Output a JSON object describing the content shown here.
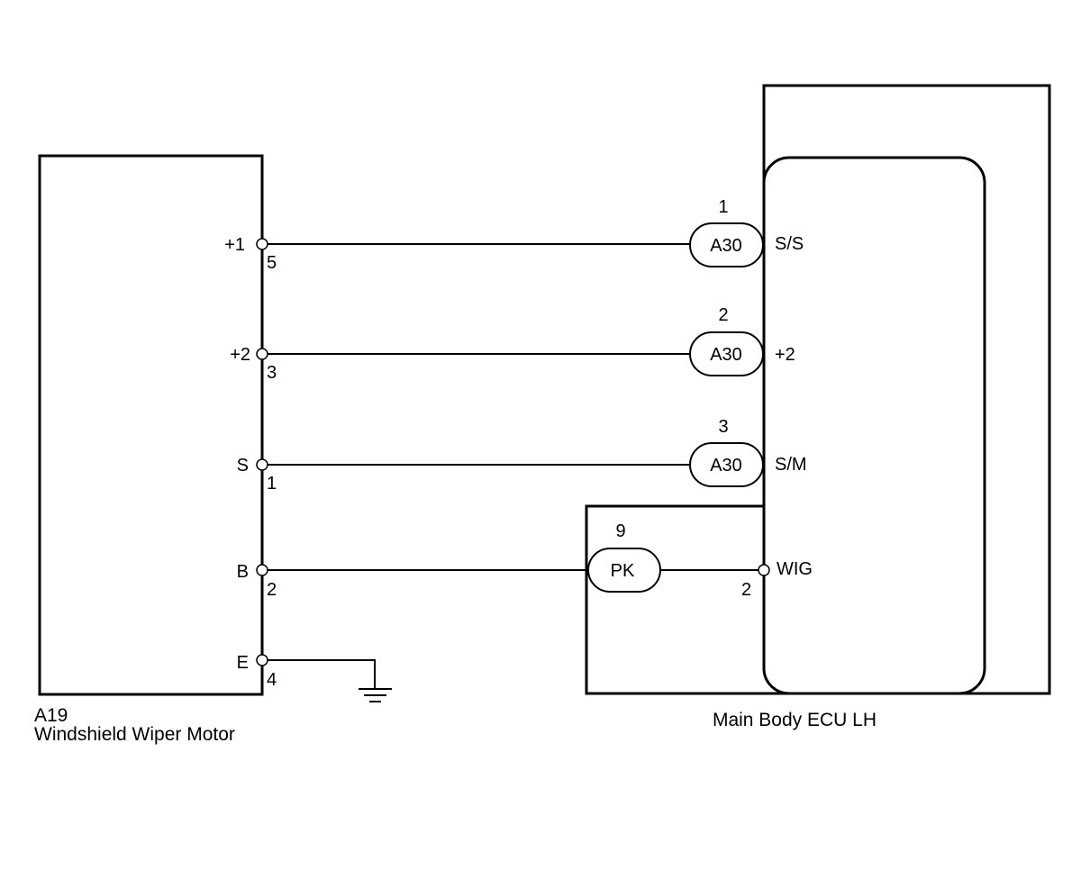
{
  "motor": {
    "code": "A19",
    "name": "Windshield Wiper Motor"
  },
  "ecu": {
    "name": "Main Body ECU LH"
  },
  "circuits": [
    {
      "motor_terminal": "+1",
      "motor_pin": "5",
      "connector": "A30",
      "connector_pin": "1",
      "ecu_terminal": "S/S"
    },
    {
      "motor_terminal": "+2",
      "motor_pin": "3",
      "connector": "A30",
      "connector_pin": "2",
      "ecu_terminal": "+2"
    },
    {
      "motor_terminal": "S",
      "motor_pin": "1",
      "connector": "A30",
      "connector_pin": "3",
      "ecu_terminal": "S/M"
    },
    {
      "motor_terminal": "B",
      "motor_pin": "2",
      "connector": "PK",
      "connector_pin": "9",
      "ecu_terminal": "WIG",
      "ecu_pin": "2"
    },
    {
      "motor_terminal": "E",
      "motor_pin": "4",
      "ground": true
    }
  ]
}
